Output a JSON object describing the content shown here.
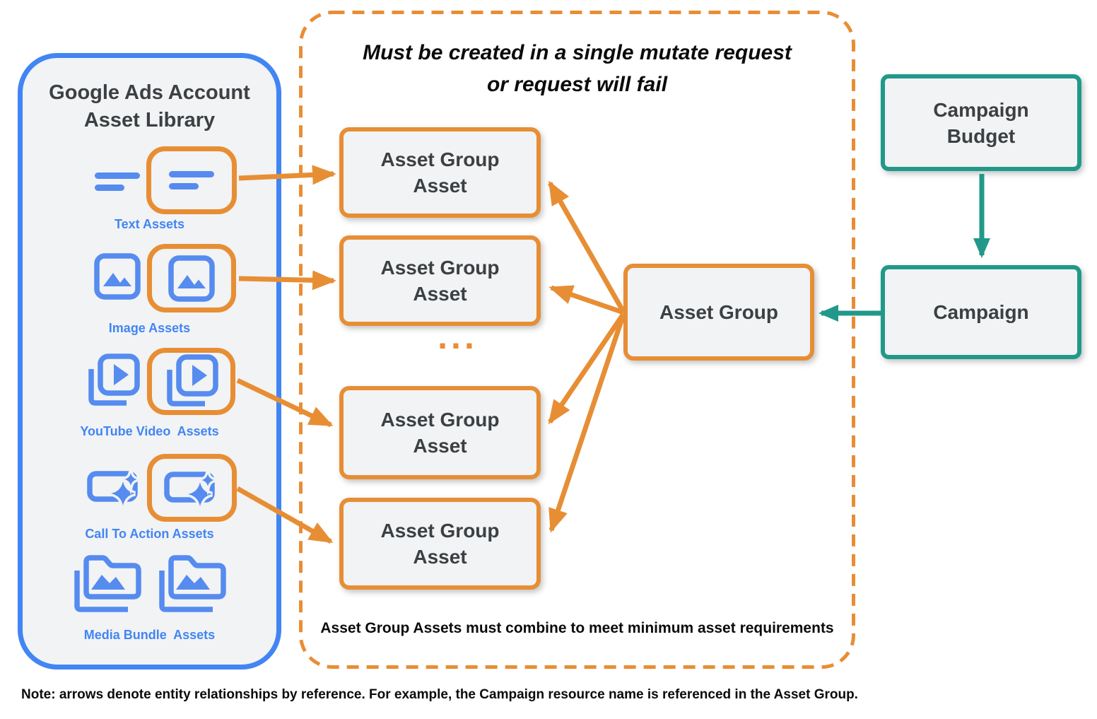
{
  "colors": {
    "blue": "#4285F4",
    "icon_blue": "#568BEF",
    "orange": "#E78E35",
    "teal": "#21998A",
    "node_fill": "#F1F3F4",
    "text_dark": "#3C4043",
    "text_black": "#0B0B0B"
  },
  "library": {
    "title_line1": "Google Ads Account",
    "title_line2": "Asset Library",
    "items": [
      {
        "label": "Text Assets",
        "icon": "text-lines-icon"
      },
      {
        "label": "Image Assets",
        "icon": "image-icon"
      },
      {
        "label": "YouTube Video  Assets",
        "icon": "video-play-icon"
      },
      {
        "label": "Call To Action Assets",
        "icon": "sparkle-banner-icon"
      },
      {
        "label": "Media Bundle  Assets",
        "icon": "media-folder-icon"
      }
    ]
  },
  "mutate_group": {
    "title_line1": "Must be created in a single mutate request",
    "title_line2": "or request will fail",
    "asset_box_line1": "Asset Group",
    "asset_box_line2": "Asset",
    "ellipsis": "...",
    "footer": "Asset Group Assets must combine to meet minimum asset requirements"
  },
  "nodes": {
    "asset_group": {
      "label": "Asset Group"
    },
    "campaign_budget": {
      "line1": "Campaign",
      "line2": "Budget"
    },
    "campaign": {
      "label": "Campaign"
    }
  },
  "note": "Note: arrows denote entity relationships by reference. For example, the Campaign resource name is referenced in the Asset Group."
}
